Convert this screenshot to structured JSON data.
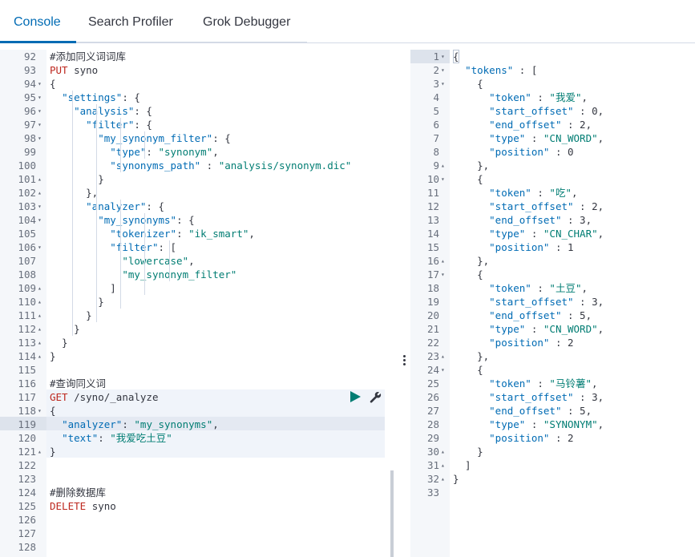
{
  "tabs": [
    {
      "label": "Console",
      "active": true
    },
    {
      "label": "Search Profiler",
      "active": false
    },
    {
      "label": "Grok Debugger",
      "active": false
    }
  ],
  "colors": {
    "accent": "#006bb4",
    "keyword": "#006bb4",
    "string": "#017d73",
    "method": "#bd271e",
    "run_icon": "#017d73"
  },
  "left_editor": {
    "lines": [
      {
        "n": "92",
        "fold": "",
        "code": "#添加同义词词库"
      },
      {
        "n": "93",
        "fold": "",
        "code": "PUT syno"
      },
      {
        "n": "94",
        "fold": "▾",
        "code": "{"
      },
      {
        "n": "95",
        "fold": "▾",
        "code": "  \"settings\": {"
      },
      {
        "n": "96",
        "fold": "▾",
        "code": "    \"analysis\": {"
      },
      {
        "n": "97",
        "fold": "▾",
        "code": "      \"filter\": {"
      },
      {
        "n": "98",
        "fold": "▾",
        "code": "        \"my_synonym_filter\": {"
      },
      {
        "n": "99",
        "fold": "",
        "code": "          \"type\": \"synonym\","
      },
      {
        "n": "100",
        "fold": "",
        "code": "          \"synonyms_path\" : \"analysis/synonym.dic\""
      },
      {
        "n": "101",
        "fold": "▴",
        "code": "        }"
      },
      {
        "n": "102",
        "fold": "▴",
        "code": "      },"
      },
      {
        "n": "103",
        "fold": "▾",
        "code": "      \"analyzer\": {"
      },
      {
        "n": "104",
        "fold": "▾",
        "code": "        \"my_synonyms\": {"
      },
      {
        "n": "105",
        "fold": "",
        "code": "          \"tokenizer\": \"ik_smart\","
      },
      {
        "n": "106",
        "fold": "▾",
        "code": "          \"filter\": ["
      },
      {
        "n": "107",
        "fold": "",
        "code": "            \"lowercase\","
      },
      {
        "n": "108",
        "fold": "",
        "code": "            \"my_synonym_filter\""
      },
      {
        "n": "109",
        "fold": "▴",
        "code": "          ]"
      },
      {
        "n": "110",
        "fold": "▴",
        "code": "        }"
      },
      {
        "n": "111",
        "fold": "▴",
        "code": "      }"
      },
      {
        "n": "112",
        "fold": "▴",
        "code": "    }"
      },
      {
        "n": "113",
        "fold": "▴",
        "code": "  }"
      },
      {
        "n": "114",
        "fold": "▴",
        "code": "}"
      },
      {
        "n": "115",
        "fold": "",
        "code": ""
      },
      {
        "n": "116",
        "fold": "",
        "code": "#查询同义词"
      },
      {
        "n": "117",
        "fold": "",
        "code": "GET /syno/_analyze"
      },
      {
        "n": "118",
        "fold": "▾",
        "code": "{"
      },
      {
        "n": "119",
        "fold": "",
        "code": "  \"analyzer\": \"my_synonyms\","
      },
      {
        "n": "120",
        "fold": "",
        "code": "  \"text\": \"我爱吃土豆\""
      },
      {
        "n": "121",
        "fold": "▴",
        "code": "}"
      },
      {
        "n": "122",
        "fold": "",
        "code": ""
      },
      {
        "n": "123",
        "fold": "",
        "code": ""
      },
      {
        "n": "124",
        "fold": "",
        "code": "#删除数据库"
      },
      {
        "n": "125",
        "fold": "",
        "code": "DELETE syno"
      },
      {
        "n": "126",
        "fold": "",
        "code": ""
      },
      {
        "n": "127",
        "fold": "",
        "code": ""
      },
      {
        "n": "128",
        "fold": "",
        "code": ""
      }
    ]
  },
  "right_editor": {
    "lines": [
      {
        "n": "1",
        "fold": "▾",
        "code": "{"
      },
      {
        "n": "2",
        "fold": "▾",
        "code": "  \"tokens\" : ["
      },
      {
        "n": "3",
        "fold": "▾",
        "code": "    {"
      },
      {
        "n": "4",
        "fold": "",
        "code": "      \"token\" : \"我爱\","
      },
      {
        "n": "5",
        "fold": "",
        "code": "      \"start_offset\" : 0,"
      },
      {
        "n": "6",
        "fold": "",
        "code": "      \"end_offset\" : 2,"
      },
      {
        "n": "7",
        "fold": "",
        "code": "      \"type\" : \"CN_WORD\","
      },
      {
        "n": "8",
        "fold": "",
        "code": "      \"position\" : 0"
      },
      {
        "n": "9",
        "fold": "▴",
        "code": "    },"
      },
      {
        "n": "10",
        "fold": "▾",
        "code": "    {"
      },
      {
        "n": "11",
        "fold": "",
        "code": "      \"token\" : \"吃\","
      },
      {
        "n": "12",
        "fold": "",
        "code": "      \"start_offset\" : 2,"
      },
      {
        "n": "13",
        "fold": "",
        "code": "      \"end_offset\" : 3,"
      },
      {
        "n": "14",
        "fold": "",
        "code": "      \"type\" : \"CN_CHAR\","
      },
      {
        "n": "15",
        "fold": "",
        "code": "      \"position\" : 1"
      },
      {
        "n": "16",
        "fold": "▴",
        "code": "    },"
      },
      {
        "n": "17",
        "fold": "▾",
        "code": "    {"
      },
      {
        "n": "18",
        "fold": "",
        "code": "      \"token\" : \"土豆\","
      },
      {
        "n": "19",
        "fold": "",
        "code": "      \"start_offset\" : 3,"
      },
      {
        "n": "20",
        "fold": "",
        "code": "      \"end_offset\" : 5,"
      },
      {
        "n": "21",
        "fold": "",
        "code": "      \"type\" : \"CN_WORD\","
      },
      {
        "n": "22",
        "fold": "",
        "code": "      \"position\" : 2"
      },
      {
        "n": "23",
        "fold": "▴",
        "code": "    },"
      },
      {
        "n": "24",
        "fold": "▾",
        "code": "    {"
      },
      {
        "n": "25",
        "fold": "",
        "code": "      \"token\" : \"马铃薯\","
      },
      {
        "n": "26",
        "fold": "",
        "code": "      \"start_offset\" : 3,"
      },
      {
        "n": "27",
        "fold": "",
        "code": "      \"end_offset\" : 5,"
      },
      {
        "n": "28",
        "fold": "",
        "code": "      \"type\" : \"SYNONYM\","
      },
      {
        "n": "29",
        "fold": "",
        "code": "      \"position\" : 2"
      },
      {
        "n": "30",
        "fold": "▴",
        "code": "    }"
      },
      {
        "n": "31",
        "fold": "▴",
        "code": "  ]"
      },
      {
        "n": "32",
        "fold": "▴",
        "code": "}"
      },
      {
        "n": "33",
        "fold": "",
        "code": ""
      }
    ]
  },
  "icons": {
    "run": "play-icon",
    "settings": "wrench-icon",
    "resize": "drag-handle-icon"
  }
}
